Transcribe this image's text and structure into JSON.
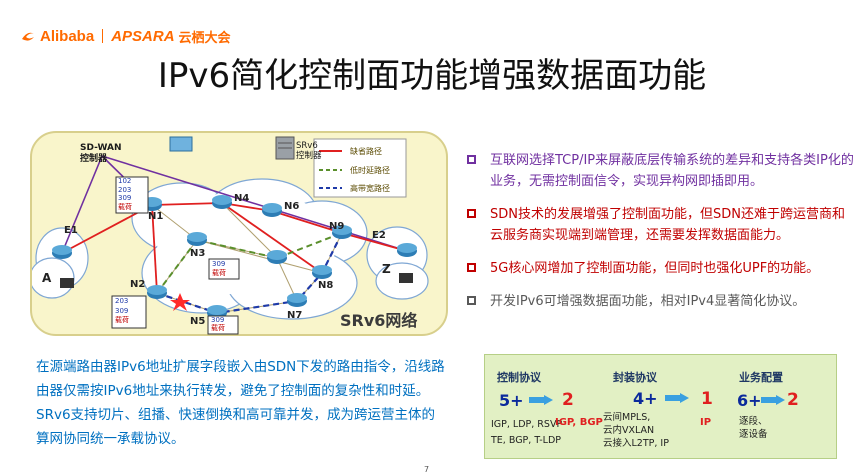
{
  "header": {
    "brand_alibaba": "Alibaba",
    "brand_apsara": "APSARA",
    "brand_cn": "云栖大会",
    "title": "IPv6简化控制面功能增强数据面功能"
  },
  "diagram": {
    "sdwan_label_1": "SD-WAN",
    "sdwan_label_2": "控制器",
    "srv6_ctrl_1": "SRv6",
    "srv6_ctrl_2": "控制器",
    "legend": {
      "shortest": "缺省路径",
      "low_latency": "低时延路径",
      "high_bw": "高带宽路径"
    },
    "nodes": {
      "n1": "N1",
      "n2": "N2",
      "n3": "N3",
      "n4": "N4",
      "n5": "N5",
      "n6": "N6",
      "n7": "N7",
      "n8": "N8",
      "n9": "N9",
      "e1": "E1",
      "e2": "E2",
      "a": "A",
      "z": "Z"
    },
    "stack1": [
      "102",
      "203",
      "309",
      "载荷"
    ],
    "stack2": [
      "203",
      "309",
      "载荷"
    ],
    "stack3": [
      "309",
      "载荷"
    ],
    "stack4": [
      "309",
      "载荷"
    ],
    "network_label": "SRv6网络"
  },
  "bullets": [
    "互联网选择TCP/IP来屏蔽底层传输系统的差异和支持各类IP化的业务，无需控制面信令，实现异构网即插即用。",
    "SDN技术的发展增强了控制面功能，但SDN还难于跨运营商和云服务商实现端到端管理，还需要发挥数据面能力。",
    "5G核心网增加了控制面功能，但同时也强化UPF的功能。",
    "开发IPv6可增强数据面功能，相对IPv4显著简化协议。"
  ],
  "paragraph": "在源端路由器IPv6地址扩展字段嵌入由SDN下发的路由指令，沿线路由器仅需按IPv6地址来执行转发，避免了控制面的复杂性和时延。SRv6支持切片、组播、快速倒换和高可靠并发，成为跨运营主体的算网协同统一承载协议。",
  "protocols": {
    "control": {
      "title": "控制协议",
      "from": "5+",
      "to": "2",
      "list": [
        "IGP, LDP, RSVP",
        "TE, BGP, T-LDP"
      ],
      "result": "IGP, BGP"
    },
    "encap": {
      "title": "封装协议",
      "from": "4+",
      "to": "1",
      "list": [
        "云间MPLS,",
        "云内VXLAN",
        "云接入L2TP, IP"
      ],
      "result": "IP"
    },
    "service": {
      "title": "业务配置",
      "from": "6+",
      "to": "2",
      "list": [
        "逐段、",
        "逐设备"
      ]
    }
  },
  "page_number": "7",
  "colors": {
    "brand": "#ff6a00",
    "purple": "#7030a0",
    "red": "#c00000",
    "blue_text": "#0070c0",
    "proto_bg": "#e2f0c4"
  }
}
